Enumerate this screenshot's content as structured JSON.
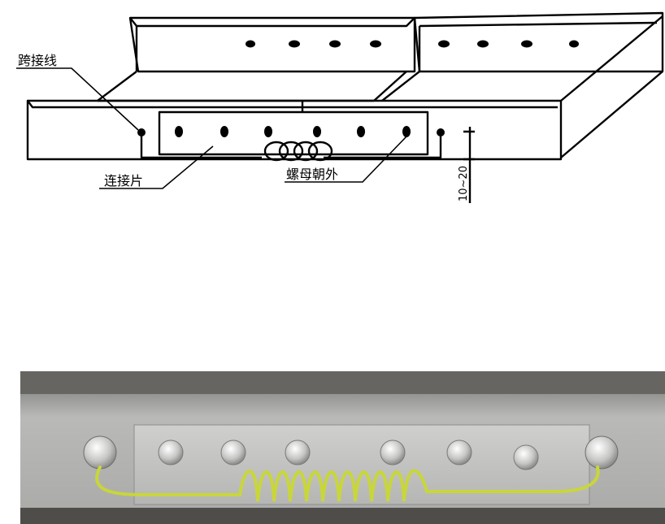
{
  "labels": {
    "jumper_wire": "跨接线",
    "connector_plate": "连接片",
    "nut_outward": "螺母朝外",
    "gap_dimension": "10~20"
  },
  "colors": {
    "line": "#000000",
    "tray_surface": "#b7b8b6",
    "plate": "#c6c7c5",
    "wire": "#c9d63a"
  },
  "photo": {
    "bolt_count": 8,
    "content": "grounding jumper wire across cable tray connector plate"
  }
}
